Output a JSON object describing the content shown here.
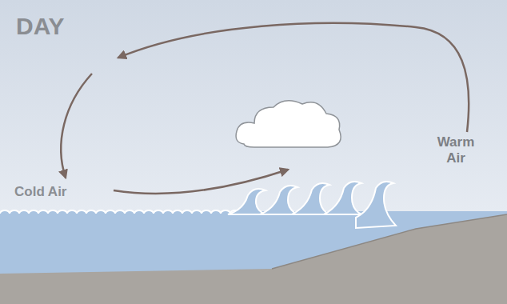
{
  "diagram": {
    "title": "DAY",
    "labels": [
      "Cold Air",
      "Warm Air"
    ]
  }
}
